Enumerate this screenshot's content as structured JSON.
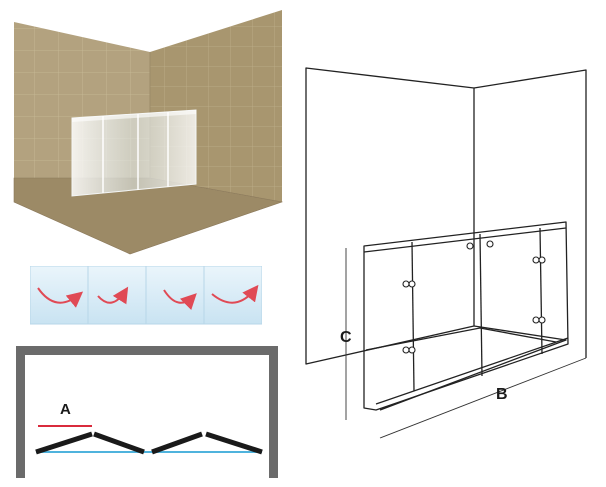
{
  "figures": {
    "render_3d": {
      "wall_color": "#b3a27f",
      "floor_color": "#9c8a66",
      "glass_color": "#e9f1f3"
    },
    "swing_diagram": {
      "panel_color": "#d6ebf6",
      "arrow_color": "#e04a55"
    },
    "plan_view": {
      "frame_color": "#5a5a5a",
      "glass_line_color": "#4fb3dd",
      "panel_color": "#1a1a1a",
      "marker_color": "#d92b3c",
      "label_a": "A"
    },
    "line_drawing": {
      "stroke_color": "#222222",
      "label_b": "B",
      "label_c": "C"
    }
  }
}
